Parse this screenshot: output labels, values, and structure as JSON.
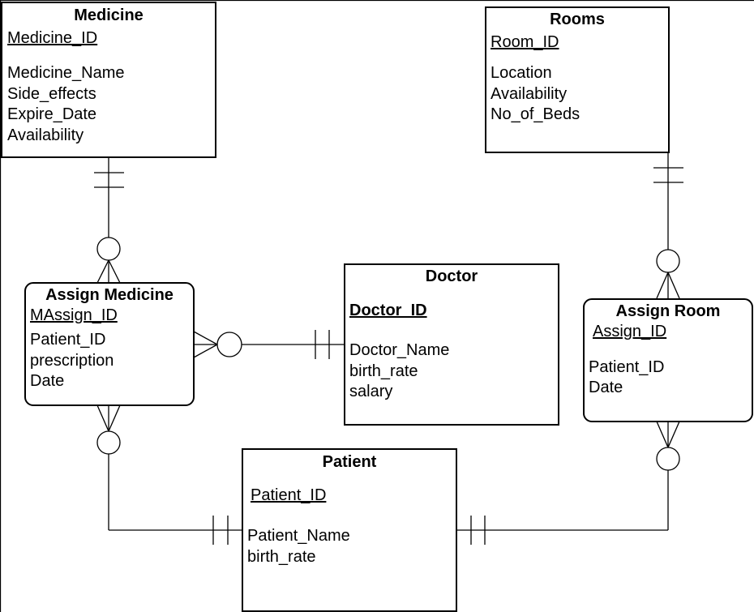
{
  "entities": {
    "medicine": {
      "title": "Medicine",
      "key": "Medicine_ID",
      "attrs": [
        "Medicine_Name",
        "Side_effects",
        "Expire_Date",
        "Availability"
      ]
    },
    "rooms": {
      "title": "Rooms",
      "key": "Room_ID",
      "attrs": [
        "Location",
        "Availability",
        "No_of_Beds"
      ]
    },
    "assign_medicine": {
      "title": "Assign Medicine",
      "key": "MAssign_ID",
      "attrs": [
        "Patient_ID",
        "prescription",
        "Date"
      ]
    },
    "doctor": {
      "title": "Doctor",
      "key": "Doctor_ID",
      "attrs": [
        "Doctor_Name",
        "birth_rate",
        "salary"
      ]
    },
    "assign_room": {
      "title": "Assign Room",
      "key": "Assign_ID",
      "attrs": [
        "Patient_ID",
        "Date"
      ]
    },
    "patient": {
      "title": "Patient",
      "key": "Patient_ID",
      "attrs": [
        "Patient_Name",
        "birth_rate"
      ]
    }
  }
}
